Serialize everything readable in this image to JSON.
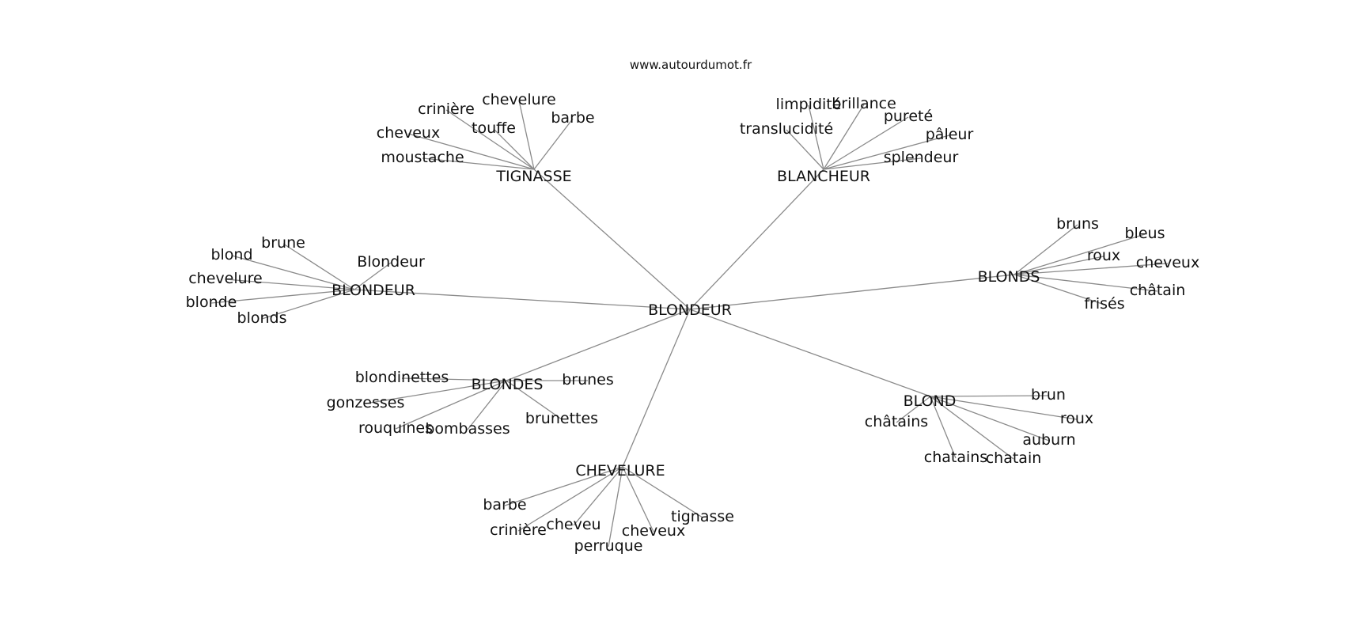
{
  "site": "www.autourdumot.fr",
  "graph": {
    "center": "BLONDEUR",
    "clusters": [
      {
        "hub": "TIGNASSE",
        "leaves": [
          "chevelure",
          "crinière",
          "barbe",
          "touffe",
          "cheveux",
          "moustache"
        ]
      },
      {
        "hub": "BLANCHEUR",
        "leaves": [
          "limpidité",
          "brillance",
          "pureté",
          "translucidité",
          "pâleur",
          "splendeur"
        ]
      },
      {
        "hub": "BLONDS",
        "leaves": [
          "bruns",
          "bleus",
          "roux",
          "cheveux",
          "châtain",
          "frisés"
        ]
      },
      {
        "hub": "BLONDEUR",
        "leaves": [
          "brune",
          "blond",
          "Blondeur",
          "chevelure",
          "blonde",
          "blonds"
        ]
      },
      {
        "hub": "BLONDES",
        "leaves": [
          "blondinettes",
          "brunes",
          "gonzesses",
          "rouquines",
          "bombasses",
          "brunettes"
        ]
      },
      {
        "hub": "BLOND",
        "leaves": [
          "brun",
          "châtains",
          "roux",
          "auburn",
          "chatains",
          "chatain"
        ]
      },
      {
        "hub": "CHEVELURE",
        "leaves": [
          "barbe",
          "tignasse",
          "cheveu",
          "crinière",
          "cheveux",
          "perruque"
        ]
      }
    ]
  }
}
